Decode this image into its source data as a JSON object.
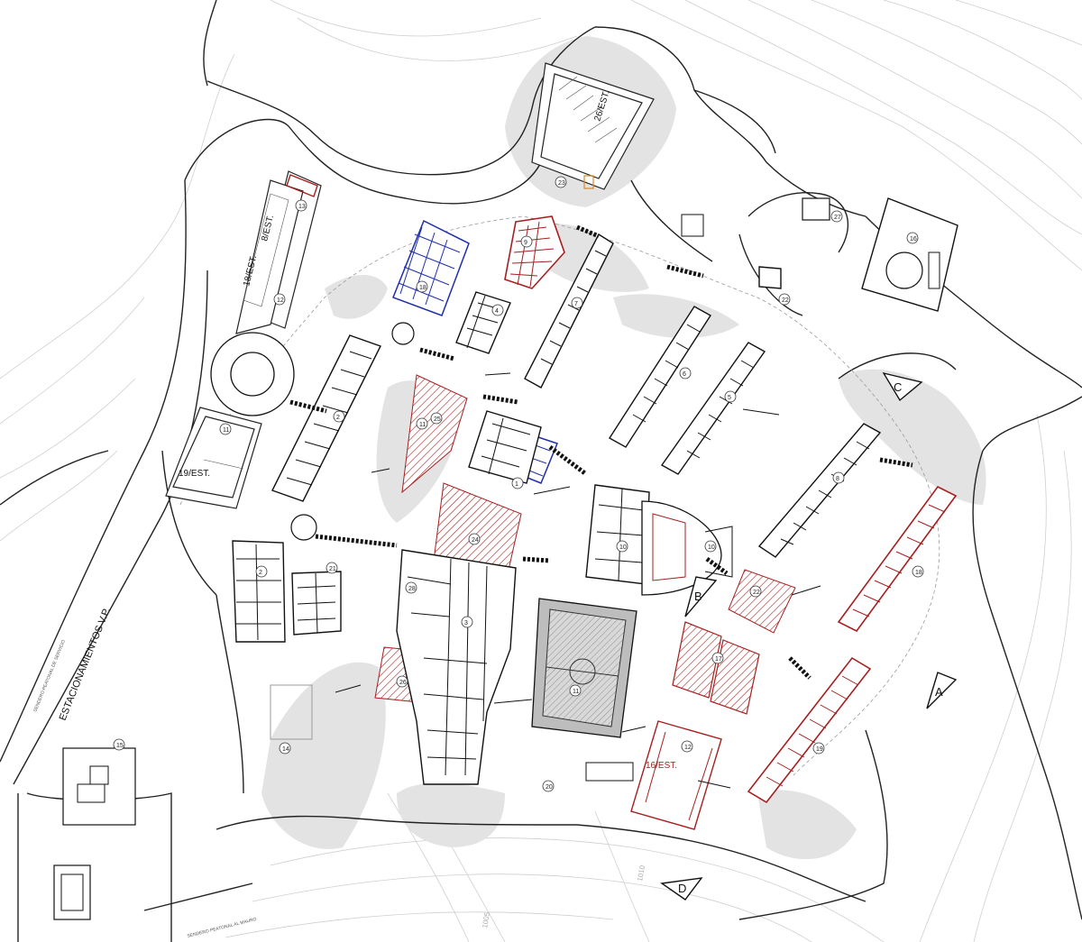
{
  "parking_labels": {
    "p26": "26/EST.",
    "p8": "8/EST.",
    "p18": "18/EST.",
    "p19": "19/EST.",
    "p16": "16/EST."
  },
  "parking_area_label": "ESTACIONAMIENTOS V.P.",
  "small_road_label": "SENDERO PEATONAL DE SERVICIO",
  "bottom_road_label": "SENDERO PEATONAL AL MAURO",
  "section_markers": [
    "A",
    "B",
    "C",
    "D"
  ],
  "contour_labels": {
    "c1": "1010",
    "c2": "1005"
  },
  "building_numbers": {
    "b13": "13",
    "b12": "12",
    "b11": "11",
    "b18a": "18",
    "b2a": "2",
    "b9": "9",
    "b23": "23",
    "b25": "25",
    "b24": "24",
    "b2": "2",
    "b21": "21",
    "b14": "14",
    "b15": "15",
    "b20": "20",
    "b3": "3",
    "b28": "28",
    "b26": "26",
    "b11c": "11",
    "b10": "10",
    "b10b": "10",
    "b22": "22",
    "b17": "17",
    "b18": "18",
    "b19": "19",
    "b16": "16",
    "b27": "27",
    "b1": "1",
    "b4": "4",
    "b7": "7",
    "b6": "6",
    "b5": "5",
    "b8": "8",
    "b12b": "12",
    "b22b": "22",
    "b11d": "11"
  },
  "colors": {
    "existing": "#111111",
    "new_red": "#a51f1f",
    "new_blue": "#1f2fa8",
    "terrain": "#e3e3e3",
    "topo": "#cfcfcf",
    "court": "#8f8f8f"
  }
}
